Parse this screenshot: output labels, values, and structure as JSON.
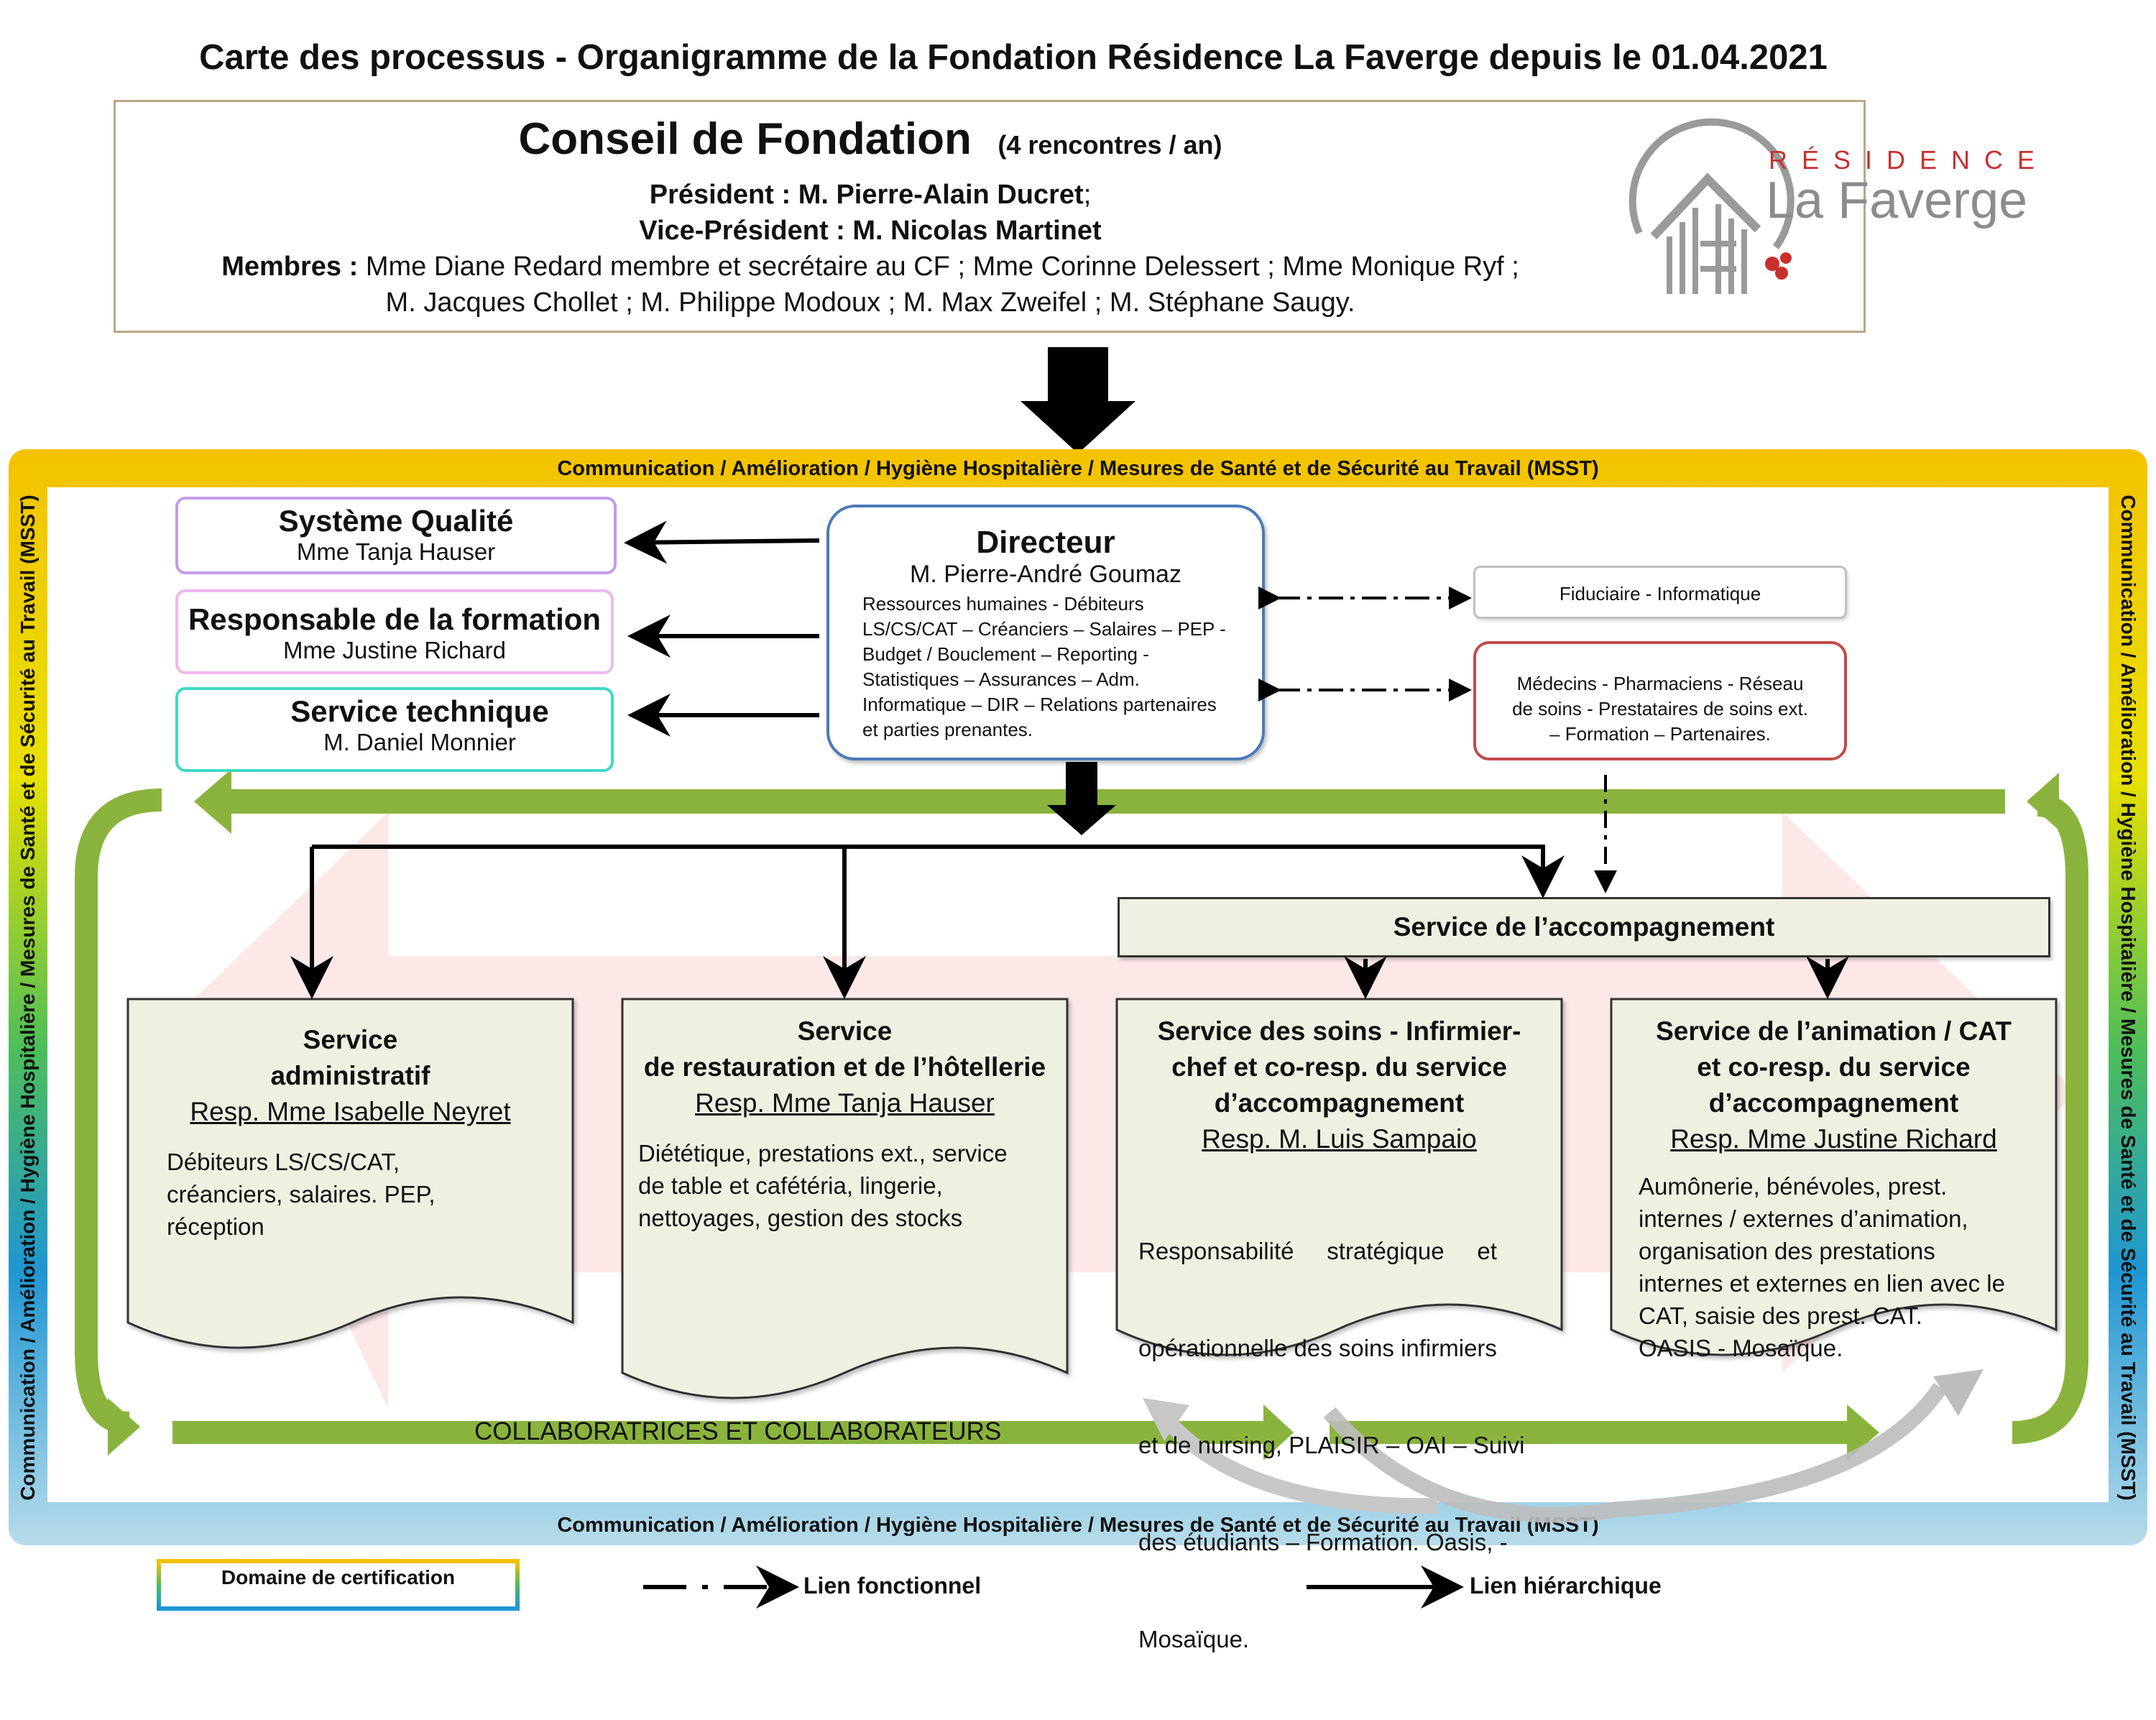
{
  "title": "Carte des processus - Organigramme de la Fondation Résidence La Faverge  depuis le 01.04.2021",
  "council": {
    "name": "Conseil de Fondation",
    "frequency": "(4 rencontres / an)",
    "president_label": "Président : ",
    "president_name": "M. Pierre-Alain Ducret",
    "president_suffix": ";",
    "vice_label": "Vice-Président : ",
    "vice_name": "M. Nicolas Martinet",
    "members_label": "Membres : ",
    "members_line1": "Mme Diane Redard membre et secrétaire au CF ; Mme Corinne Delessert ; Mme Monique Ryf ;",
    "members_line2": "M. Jacques  Chollet ; M. Philippe Modoux ; M. Max Zweifel ; M. Stéphane Saugy."
  },
  "logo": {
    "top": "RÉSIDENCE",
    "bottom": "La Faverge"
  },
  "band_text": "Communication / Amélioration / Hygiène Hospitalière / Mesures de Santé et de Sécurité au Travail (MSST)",
  "director": {
    "title": "Directeur",
    "name": "M. Pierre-André Goumaz",
    "duties": [
      "Ressources humaines - Débiteurs",
      "LS/CS/CAT – Créanciers – Salaires – PEP -",
      "Budget / Bouclement – Reporting  -",
      "Statistiques – Assurances – Adm.",
      "Informatique – DIR – Relations partenaires",
      "et parties prenantes."
    ]
  },
  "left_boxes": [
    {
      "title": "Système Qualité",
      "name": "Mme Tanja Hauser"
    },
    {
      "title": "Responsable de la formation",
      "name": "Mme Justine Richard"
    },
    {
      "title": "Service technique",
      "name": "M. Daniel Monnier"
    }
  ],
  "right_boxes": {
    "fiduciaire": "Fiduciaire - Informatique",
    "partners": [
      "Médecins - Pharmaciens - Réseau",
      "de soins - Prestataires de soins ext.",
      "– Formation – Partenaires."
    ]
  },
  "accompagnement": "Service de l’accompagnement",
  "services": [
    {
      "title": [
        "Service",
        "administratif"
      ],
      "resp": "Resp. Mme Isabelle Neyret",
      "body": [
        "Débiteurs LS/CS/CAT,",
        "créanciers, salaires. PEP,",
        "réception"
      ]
    },
    {
      "title": [
        "Service",
        "de restauration et de l’hôtellerie"
      ],
      "resp": "Resp. Mme Tanja Hauser",
      "body": [
        "Diététique, prestations ext., service",
        "de table et cafétéria, lingerie,",
        "nettoyages, gestion des stocks"
      ]
    },
    {
      "title": [
        "Service des soins - Infirmier-",
        "chef  et co-resp. du service",
        "d’accompagnement"
      ],
      "resp": "Resp. M. Luis Sampaio",
      "body": [
        "Responsabilité     stratégique     et",
        "opérationnelle des soins infirmiers",
        "et de nursing, PLAISIR – OAI – Suivi",
        "des étudiants – Formation. Oasis, -",
        "Mosaïque."
      ]
    },
    {
      "title": [
        "Service de l’animation / CAT",
        "et co-resp. du service",
        "d’accompagnement"
      ],
      "resp": "Resp. Mme Justine Richard",
      "body": [
        "Aumônerie, bénévoles, prest.",
        "internes /  externes d’animation,",
        "organisation des prestations",
        "internes et externes en lien avec le",
        "CAT, saisie des prest. CAT.",
        "OASIS - Mosaïque."
      ]
    }
  ],
  "collaborators": "COLLABORATRICES ET COLLABORATEURS",
  "legend": {
    "certification": "Domaine de certification",
    "functional": "Lien fonctionnel",
    "hierarchical": "Lien hiérarchique"
  },
  "colors": {
    "green_arrow": "#8ab33d",
    "service_fill": "#eef1e2",
    "band_top": "#f4c200",
    "band_bottom": "#b7dcea",
    "director_border": "#4a7ab8",
    "quality_border": "#c39bea",
    "formation_border": "#f0b7ee",
    "technique_border": "#3fd9c8",
    "partners_border": "#c24a4a",
    "logo_red": "#c8302e"
  }
}
